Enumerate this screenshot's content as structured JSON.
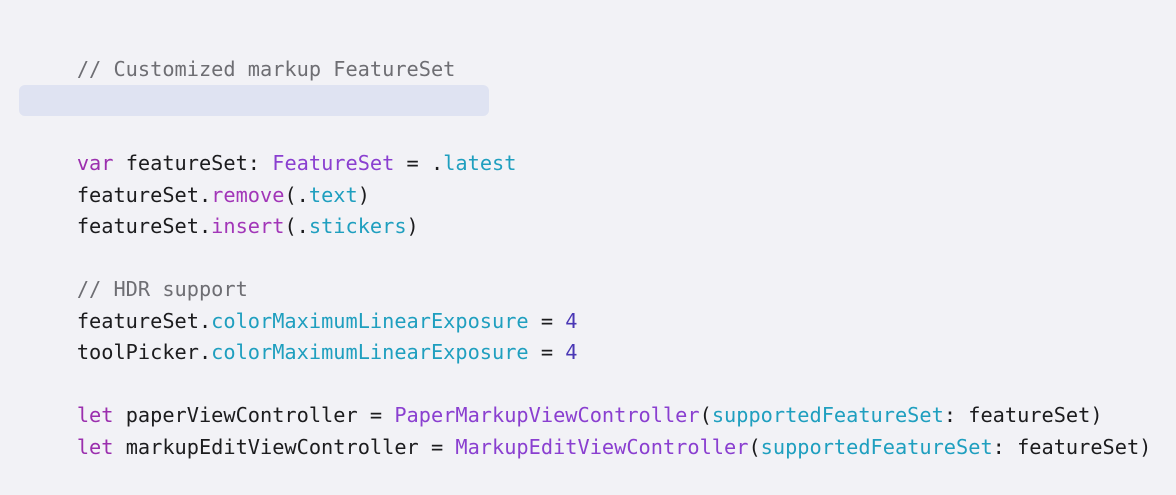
{
  "colors": {
    "background": "#f2f2f6",
    "highlight": "#dfe3f2",
    "comment": "#6e6e73",
    "keyword": "#9b2fae",
    "type": "#8a3fd0",
    "member": "#1f9fbf",
    "function": "#a236b8",
    "number": "#4a37b5",
    "plain": "#1c1c1e"
  },
  "code": {
    "comment1": "// Customized markup FeatureSet",
    "line_var": {
      "kw": "var",
      "name": " featureSet: ",
      "type": "FeatureSet",
      "eq": " = .",
      "member": "latest"
    },
    "line_remove": {
      "obj": "featureSet.",
      "func": "remove",
      "open": "(.",
      "member": "text",
      "close": ")"
    },
    "line_insert": {
      "obj": "featureSet.",
      "func": "insert",
      "open": "(.",
      "member": "stickers",
      "close": ")"
    },
    "comment2": "// HDR support",
    "line_exposure1": {
      "obj": "featureSet.",
      "member": "colorMaximumLinearExposure",
      "eq": " = ",
      "num": "4"
    },
    "line_exposure2": {
      "obj": "toolPicker.",
      "member": "colorMaximumLinearExposure",
      "eq": " = ",
      "num": "4"
    },
    "line_paper": {
      "kw": "let",
      "name": " paperViewController = ",
      "type": "PaperMarkupViewController",
      "open": "(",
      "param": "supportedFeatureSet",
      "rest": ": featureSet)"
    },
    "line_markup": {
      "kw": "let",
      "name": " markupEditViewController = ",
      "type": "MarkupEditViewController",
      "open": "(",
      "param": "supportedFeatureSet",
      "rest": ": featureSet)"
    }
  }
}
